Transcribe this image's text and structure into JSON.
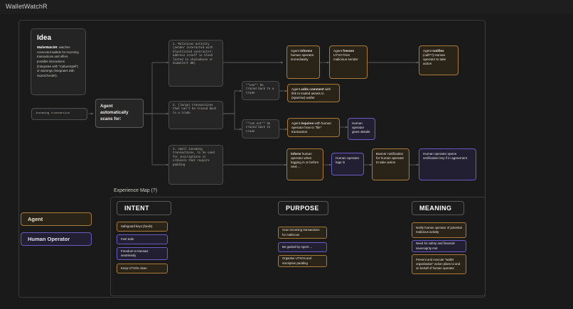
{
  "window": {
    "title": "WalletWatchR"
  },
  "idea": {
    "heading": "Idea",
    "lead": "WalletWatchR",
    "body": ": watches connected wallets for incoming transactions and offers possible interactions (integrates with \"CultureSpell\") or warnings (integrates with ScamCheckR)."
  },
  "flow": {
    "incoming": "incoming transaction",
    "scans_for": "Agent automatically scans for:",
    "branches": [
      "1. Malicious activity (sender interacted with blacklisted contracts?; address itself is black listed in chainabuse or ScamAlert DB)",
      "2. (large) transactions that can't be traced back to a trade",
      "3. small incoming transactions, to be used for inscriptions or ordinals that require padding"
    ],
    "edge_labels": [
      "**can** be traced back to a trade",
      "**can not** be traced back to trade"
    ],
    "row1": [
      {
        "lead": "Agent ",
        "strong": "informs",
        "rest": " human operator immediately",
        "actor": "agent"
      },
      {
        "lead": "Agent ",
        "strong": "freezes",
        "rest": " UTXO from malicious sender",
        "actor": "agent"
      },
      {
        "lead": "Agent ",
        "strong": "notifies",
        "rest": " (call??) Human operator to take action",
        "actor": "agent"
      }
    ],
    "row2": [
      {
        "lead": "Agent ",
        "strong": "adds comment",
        "rest": " with link to traded assets in (sparrow) wallet",
        "actor": "agent"
      }
    ],
    "row3": [
      {
        "lead": "Agent ",
        "strong": "inquires",
        "rest": " with human operator how to \"file\" transaction",
        "actor": "agent"
      },
      {
        "lead": "",
        "strong": "",
        "rest": "Human operator gives details",
        "actor": "human"
      }
    ],
    "row4": [
      {
        "lead": "",
        "strong": "inform",
        "rest": " human operator when logging in or before next ...",
        "actor": "agent"
      },
      {
        "lead": "",
        "strong": "",
        "rest": "Human operator logs in",
        "actor": "human"
      },
      {
        "lead": "",
        "strong": "",
        "rest": "Banner notification for human operator to take action",
        "actor": "agent"
      },
      {
        "lead": "",
        "strong": "",
        "rest": "Human operator opens verification key if in agreement",
        "actor": "human"
      }
    ]
  },
  "experience_map": {
    "label": "Experience Map (?)",
    "columns": [
      {
        "heading": "INTENT",
        "items": [
          {
            "text": "Safeguard keys (funds)",
            "actor": "agent"
          },
          {
            "text": "Feel Safe",
            "actor": "human"
          },
          {
            "text": "Freedom to transact seamlessly",
            "actor": "human"
          },
          {
            "text": "Keep UTXOs clean",
            "actor": "agent"
          }
        ]
      },
      {
        "heading": "PURPOSE",
        "items": [
          {
            "text": "Scan incoming transactions for malicious",
            "actor": "agent"
          },
          {
            "text": "Be guided by Agent ...",
            "actor": "human"
          },
          {
            "text": "Organise UTXOs and inscription padding",
            "actor": "agent"
          }
        ]
      },
      {
        "heading": "MEANING",
        "items": [
          {
            "text": "Notify human operator of potential malicious activity",
            "actor": "agent"
          },
          {
            "text": "Need for safety and financial sovereignty met",
            "actor": "human"
          },
          {
            "text": "Present and execute \"wallet organisation\" action plans to and on behalf of human operator",
            "actor": "agent"
          }
        ]
      }
    ]
  },
  "legend": [
    {
      "label": "Agent",
      "actor": "agent",
      "color": "#a97a39"
    },
    {
      "label": "Human Operator",
      "actor": "human",
      "color": "#6b5cc4"
    }
  ]
}
